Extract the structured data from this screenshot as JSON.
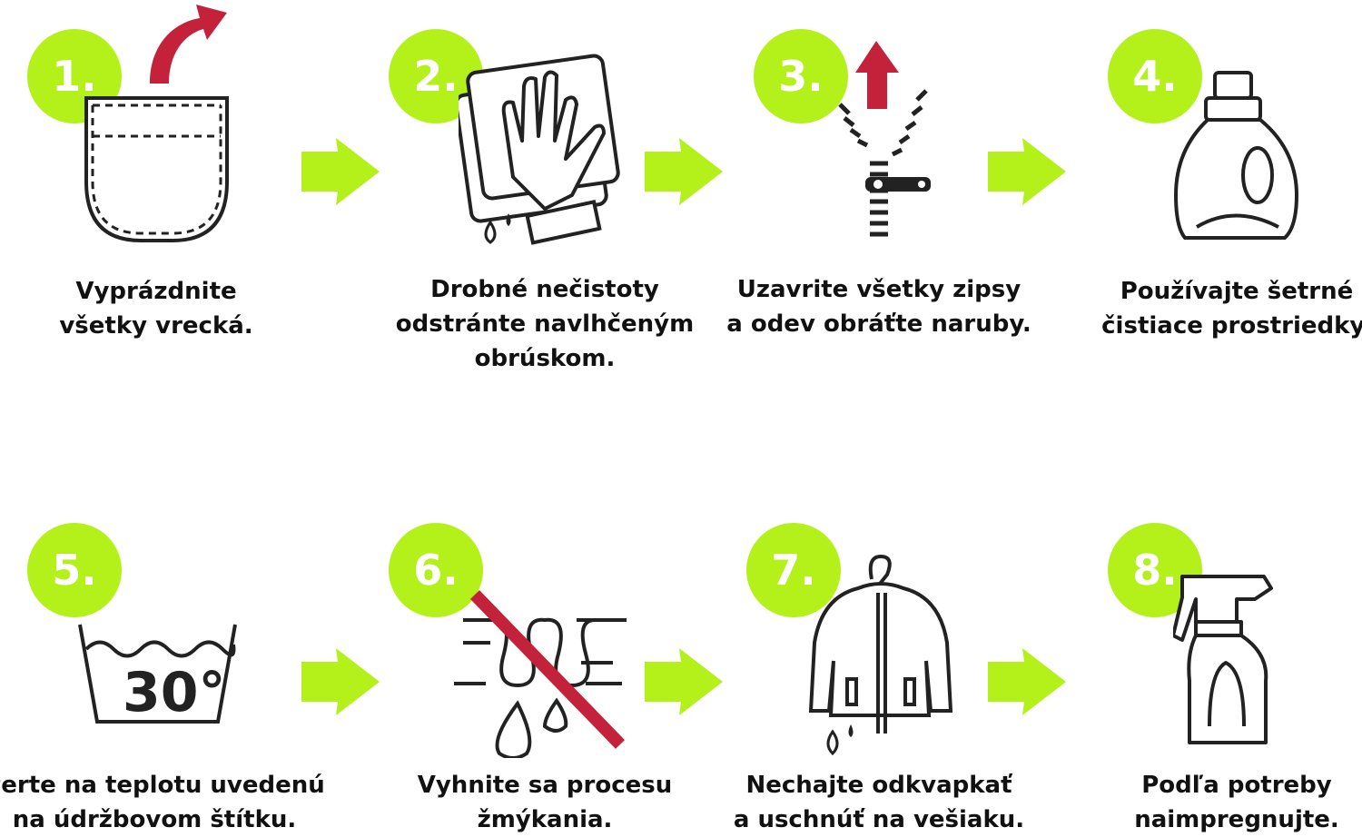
{
  "colors": {
    "accent": "#b4f01a",
    "highlight": "#c4213a",
    "line": "#222222"
  },
  "steps": [
    {
      "number": "1.",
      "icon": "pocket-icon",
      "lines": [
        "Vyprázdnite",
        "všetky vrecká."
      ]
    },
    {
      "number": "2.",
      "icon": "glove-cloth-icon",
      "lines": [
        "Drobné nečistoty",
        "odstránte navlhčeným",
        "obrúskom."
      ]
    },
    {
      "number": "3.",
      "icon": "zipper-icon",
      "lines": [
        "Uzavrite všetky zipsy",
        "a odev obráťte naruby."
      ]
    },
    {
      "number": "4.",
      "icon": "detergent-bottle-icon",
      "lines": [
        "Používajte šetrné",
        "čistiace prostriedky."
      ]
    },
    {
      "number": "5.",
      "icon": "wash-30-icon",
      "wash_temp": "30°",
      "lines": [
        "Perte na teplotu uvedenú",
        "na údržbovom štítku."
      ]
    },
    {
      "number": "6.",
      "icon": "no-wringing-icon",
      "lines": [
        "Vyhnite sa procesu",
        "žmýkania."
      ]
    },
    {
      "number": "7.",
      "icon": "jacket-hanger-icon",
      "lines": [
        "Nechajte odkvapkať",
        "a uschnúť na vešiaku."
      ]
    },
    {
      "number": "8.",
      "icon": "spray-bottle-icon",
      "lines": [
        "Podľa potreby",
        "naimpregnujte."
      ]
    }
  ]
}
